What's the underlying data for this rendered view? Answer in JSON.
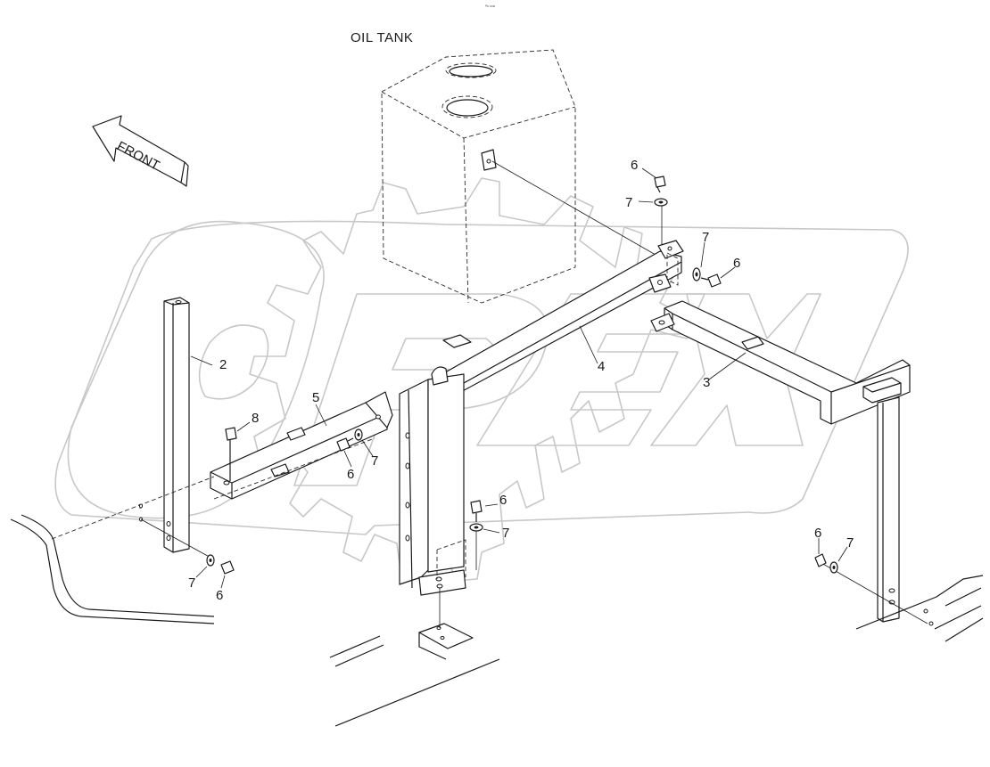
{
  "header": {
    "tiny_mark": "⁰ˢ ᵒᵒᵃ"
  },
  "labels": {
    "oil_tank": "OIL TANK",
    "front": "FRONT"
  },
  "callouts": {
    "p2": "2",
    "p3": "3",
    "p4": "4",
    "p5": "5",
    "p8": "8",
    "p6_top": "6",
    "p7_top": "7",
    "p7_right": "7",
    "p6_right": "6",
    "p6_bracket": "6",
    "p7_bracket": "7",
    "p6_center": "6",
    "p7_center": "7",
    "p7_leftlow": "7",
    "p6_leftlow": "6",
    "p6_rightlow": "6",
    "p7_rightlow": "7"
  },
  "watermark": {
    "brand": "OPEX",
    "color": "#c8c8c8"
  },
  "colors": {
    "line": "#1a1a1a",
    "background": "#ffffff"
  }
}
